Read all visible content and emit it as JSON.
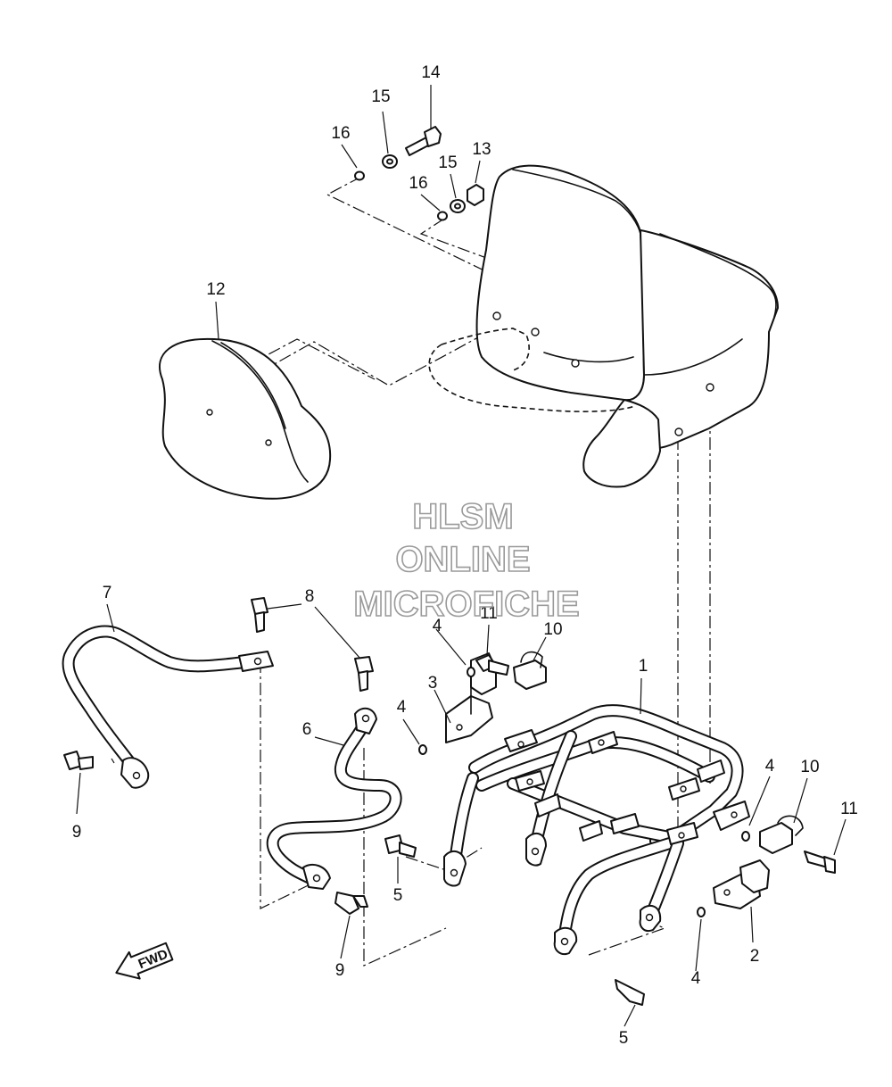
{
  "watermark": {
    "line1": "HLSM",
    "line2": "ONLINE",
    "line3": "MICROFICHE"
  },
  "direction_label": "FWD",
  "callouts": {
    "c1": "1",
    "c2": "2",
    "c3": "3",
    "c4a": "4",
    "c4b": "4",
    "c4c": "4",
    "c4d": "4",
    "c5a": "5",
    "c5b": "5",
    "c6": "6",
    "c7": "7",
    "c8": "8",
    "c9a": "9",
    "c9b": "9",
    "c10a": "10",
    "c10b": "10",
    "c11a": "11",
    "c11b": "11",
    "c12": "12",
    "c13": "13",
    "c14": "14",
    "c15a": "15",
    "c15b": "15",
    "c16a": "16",
    "c16b": "16"
  }
}
